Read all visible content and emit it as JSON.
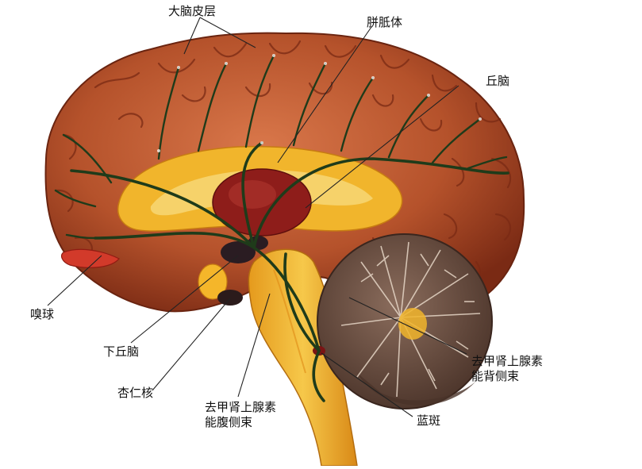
{
  "labels": {
    "cortex": "大脑皮层",
    "corpus_callosum": "胼胝体",
    "thalamus": "丘脑",
    "olfactory_bulb": "嗅球",
    "hypothalamus": "下丘脑",
    "amygdala": "杏仁核",
    "ventral_bundle_line1": "去甲肾上腺素",
    "ventral_bundle_line2": "能腹侧束",
    "dorsal_bundle_line1": "去甲肾上腺素",
    "dorsal_bundle_line2": "能背侧束",
    "locus_coeruleus": "蓝斑"
  },
  "colors": {
    "cortex": "#b5522b",
    "cortex_dark": "#7a2a14",
    "callosum": "#f1b52c",
    "thalamus": "#8e1d1a",
    "brainstem": "#f0b32a",
    "cerebellum": "#6b5144",
    "pathway": "#1f3b1a"
  }
}
